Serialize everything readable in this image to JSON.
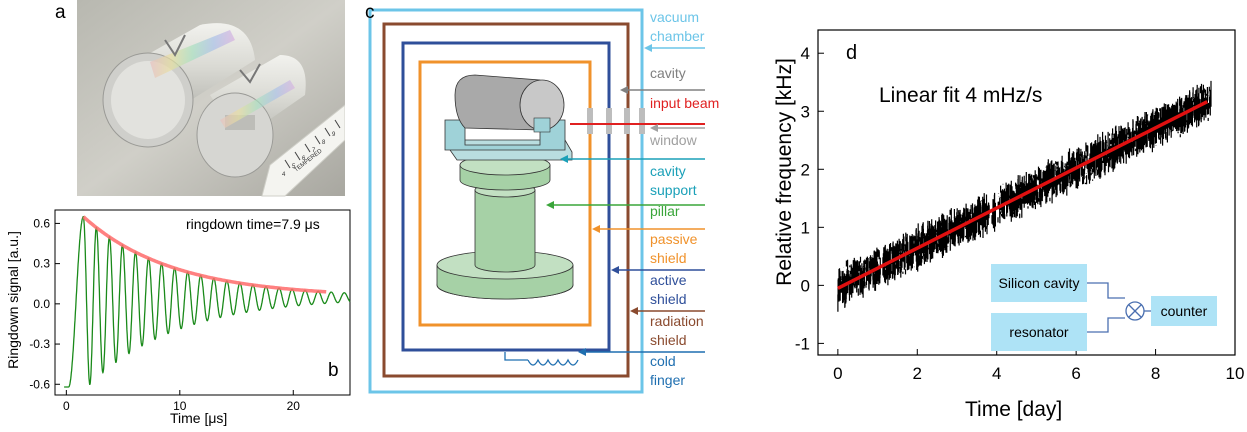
{
  "panels": {
    "a": {
      "letter": "a",
      "photo": {
        "ruler_text": "TEMPERED",
        "ruler_numbers": [
          "4",
          "5",
          "6",
          "7",
          "8",
          "9"
        ]
      }
    },
    "b": {
      "letter": "b",
      "annotation": "ringdown time=7.9 μs"
    },
    "c": {
      "letter": "c",
      "labels": {
        "vacuum_chamber": [
          "vacuum",
          "chamber"
        ],
        "cavity": [
          "cavity"
        ],
        "input_beam": [
          "input beam"
        ],
        "window": [
          "window"
        ],
        "cavity_support": [
          "cavity",
          "support"
        ],
        "pillar": [
          "pillar"
        ],
        "passive_shield": [
          "passive",
          "shield"
        ],
        "active_shield": [
          "active",
          "shield"
        ],
        "radiation_shield": [
          "radiation",
          "shield"
        ],
        "cold_finger": [
          "cold",
          "finger"
        ]
      },
      "colors": {
        "vacuum_chamber": "#6cc5e8",
        "cavity": "#808080",
        "input_beam": "#e02020",
        "window": "#a0a0a0",
        "cavity_support": "#1aa0b8",
        "pillar": "#3aa53a",
        "passive_shield": "#f0922b",
        "active_shield": "#2f4f9a",
        "radiation_shield": "#8a4a2e",
        "cold_finger": "#1f6fb0"
      }
    },
    "d": {
      "letter": "d",
      "annotation": "Linear fit 4 mHz/s",
      "inset": {
        "box1": "Silicon cavity",
        "box2": "resonator",
        "box3": "counter",
        "color": "#aee3f6"
      }
    }
  },
  "chart_data": [
    {
      "id": "b",
      "type": "line",
      "xlabel": "Time [μs]",
      "ylabel": "Ringdown signal [a.u.]",
      "xlim": [
        -1,
        25
      ],
      "ylim": [
        -0.68,
        0.7
      ],
      "xticks": [
        0,
        10,
        20
      ],
      "yticks": [
        0.6,
        0.3,
        0.0,
        -0.3,
        -0.6
      ],
      "ytick_labels": [
        "0.6",
        "0.3",
        "0.0",
        "-0.3",
        "-0.6"
      ],
      "series": [
        {
          "color": "#1a8a1a",
          "model": {
            "t_start": 0.2,
            "t_peak": 1.5,
            "period": 1.15,
            "tau_us": 7.9,
            "amplitude": 0.65,
            "offset": 0.05
          }
        },
        {
          "color": "#ff6b6b",
          "envelope_fit": {
            "from": 1.5,
            "to": 23,
            "tau_us": 7.9,
            "amplitude": 0.65,
            "offset": 0.05
          }
        }
      ]
    },
    {
      "id": "d",
      "type": "line",
      "xlabel": "Time [day]",
      "ylabel": "Relative frequency [kHz]",
      "xlim": [
        -0.5,
        10
      ],
      "ylim": [
        -1.2,
        4.4
      ],
      "xticks": [
        0,
        2,
        4,
        6,
        8,
        10
      ],
      "yticks": [
        -1,
        0,
        1,
        2,
        3,
        4
      ],
      "series": [
        {
          "color": "#000000",
          "data_span": [
            0,
            9.4
          ],
          "gaps_days": [
            1.1,
            3.85,
            4.0
          ],
          "noise_kHz": 0.35
        },
        {
          "color": "#e01010",
          "linear_fit": {
            "slope_kHz_per_day": 0.3456,
            "intercept_kHz": -0.05,
            "from": 0,
            "to": 9.3
          }
        }
      ]
    }
  ]
}
